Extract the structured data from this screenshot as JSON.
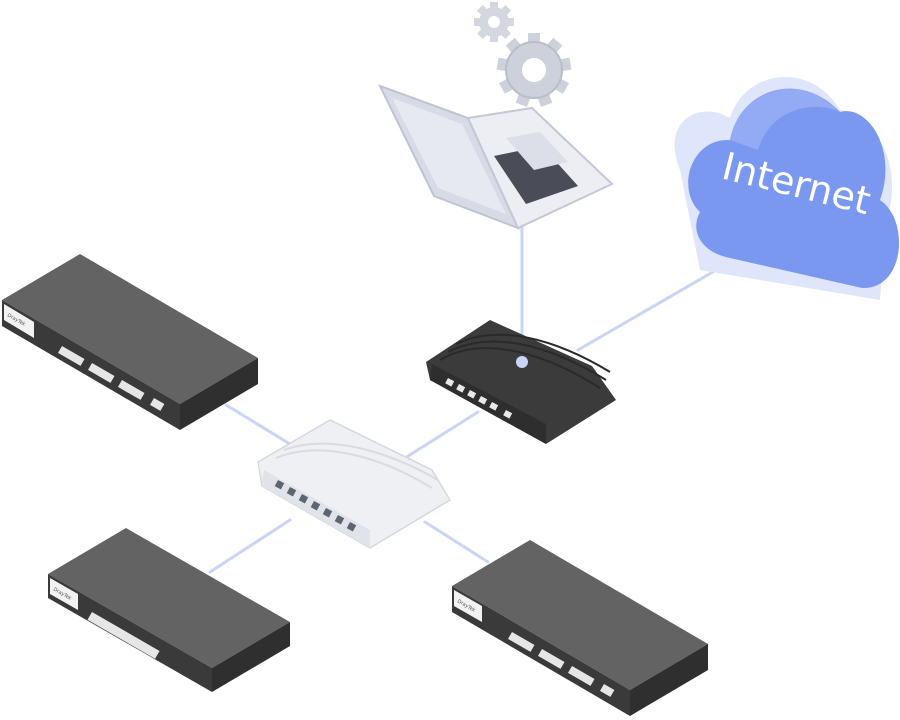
{
  "cloud": {
    "label": "Internet"
  },
  "switches": {
    "top_left": {
      "brand": "DrayTek"
    },
    "bottom_left": {
      "brand": "DrayTek"
    },
    "bottom_right": {
      "brand": "DrayTek"
    }
  },
  "colors": {
    "link_line": "#c9d4f6",
    "cloud_front": "#7b98f1",
    "cloud_side": "#dfe5fb",
    "switch_top": "#636363",
    "switch_side": "#3a3a3a",
    "router_body": "#3b3b3b",
    "hub_body": "#eef0f3",
    "laptop_body": "#d8dbe6",
    "gear": "#d4d7e0"
  }
}
